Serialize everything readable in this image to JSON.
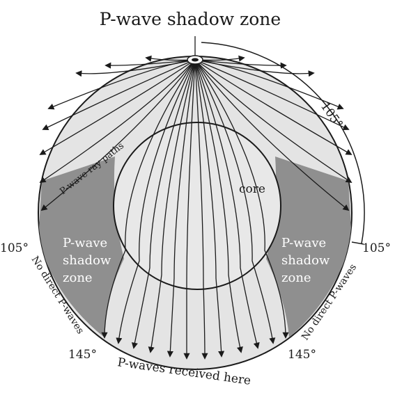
{
  "title": "P-wave shadow zone",
  "labels": {
    "ray_paths": "P-wave ray paths",
    "core": "core",
    "shadow_zone_left": [
      "P-wave",
      "shadow",
      "zone"
    ],
    "shadow_zone_right": [
      "P-wave",
      "shadow",
      "zone"
    ],
    "angle_105_left": "105°",
    "angle_105_right": "105°",
    "angle_105_arc": "105°",
    "angle_145_left": "145°",
    "angle_145_right": "145°",
    "no_direct_left": "No direct P-waves",
    "no_direct_right": "No direct P-waves",
    "received": "P-waves received here"
  },
  "colors": {
    "earth": "#e4e4e4",
    "core": "#e8e8e8",
    "shadow": "#8f8f8f",
    "line": "#1a1a1a"
  }
}
